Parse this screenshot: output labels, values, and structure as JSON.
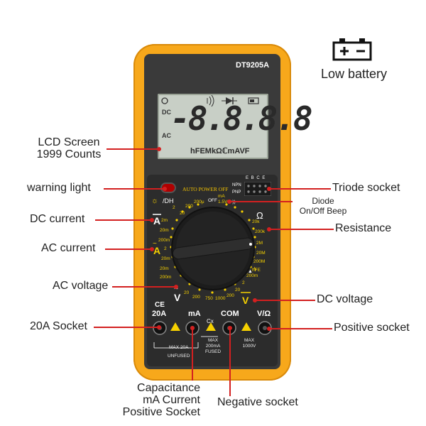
{
  "model": "DT9205A",
  "lcd_digits": "-8.8.8.8",
  "lcd_dc": "DC",
  "lcd_ac": "AC",
  "lcd_units": "hFEMkΩℂmAVF",
  "auto_power_off": "AUTO POWER OFF",
  "npn": "NPN",
  "pnp": "PNP",
  "socket_pins": "E B C E",
  "dial": {
    "dh": "/DH",
    "off": "OFF",
    "labels": [
      "2",
      "20",
      "200",
      "200μ",
      "2m",
      "20m",
      "200m",
      "2",
      "20",
      "200",
      "20",
      "2",
      "20",
      "200",
      "750",
      "1000",
      "200",
      "20",
      "2",
      "200m",
      "20",
      "2k",
      "200k",
      "2M",
      "20M",
      "200M",
      "hFE",
      "1.5V",
      "mA"
    ]
  },
  "ports": {
    "a20": "20A",
    "ma": "mA",
    "cx": "Cx",
    "com": "COM",
    "v": "V/Ω",
    "max20a": "MAX 20A",
    "unfused": "UNFUSED",
    "max200ma": "MAX 200mA FUSED",
    "max1000v": "MAX 1000V"
  },
  "ce_mark": "CE",
  "labels": {
    "low_battery": "Low battery",
    "lcd_screen_1": "LCD Screen",
    "lcd_screen_2": "1999 Counts",
    "warning_light": "warning light",
    "dc_current": "DC current",
    "ac_current": "AC current",
    "ac_voltage": "AC voltage",
    "a20_socket": "20A Socket",
    "triode_socket": "Triode socket",
    "diode_1": "Diode",
    "diode_2": "On/Off Beep",
    "resistance": "Resistance",
    "dc_voltage": "DC voltage",
    "positive_socket": "Positive socket",
    "negative_socket": "Negative socket",
    "cap_1": "Capacitance",
    "cap_2": "mA Current",
    "cap_3": "Positive Socket"
  },
  "colors": {
    "body": "#f7a81b",
    "face": "#3a3a3a",
    "lcd": "#c8cfc6",
    "callout": "#d32020",
    "dial_label": "#f5d000"
  }
}
